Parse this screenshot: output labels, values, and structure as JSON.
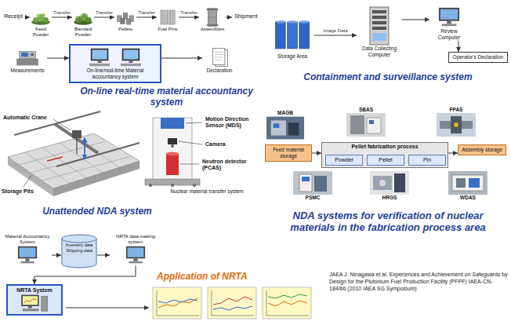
{
  "diagram": {
    "nodes": [
      {
        "text": [
          "Receipt"
        ]
      },
      {
        "text": [
          "Feed Powder"
        ]
      },
      {
        "text": [
          "Blended Powder"
        ]
      },
      {
        "text": [
          "Pellets"
        ]
      },
      {
        "text": [
          "Fuel Pins"
        ]
      },
      {
        "text": [
          "Assemblies"
        ]
      },
      {
        "text": [
          "Shipment"
        ]
      },
      {
        "text": [
          "Measurements"
        ]
      },
      {
        "text": [
          "On-line/real-time Material accountancy system"
        ]
      },
      {
        "text": [
          "Declaration"
        ]
      },
      {
        "text": [
          "Storage Area"
        ]
      },
      {
        "text": [
          "Data Collecting Computer"
        ]
      },
      {
        "text": [
          "Review Computer"
        ]
      },
      {
        "text": [
          "Operator's Declaration"
        ]
      },
      {
        "text": [
          "MAGB"
        ]
      },
      {
        "text": [
          "SBAS"
        ]
      },
      {
        "text": [
          "FPAS"
        ]
      },
      {
        "text": [
          "Feed material storage"
        ]
      },
      {
        "text": [
          "Pellet fabrication process"
        ]
      },
      {
        "text": [
          "Powder"
        ],
        "in": 18
      },
      {
        "text": [
          "Pellet"
        ],
        "in": 18
      },
      {
        "text": [
          "Pin"
        ],
        "in": 18
      },
      {
        "text": [
          "Assembly storage"
        ]
      },
      {
        "text": [
          "PSMC"
        ]
      },
      {
        "text": [
          "HRGS"
        ]
      },
      {
        "text": [
          "WDAS"
        ]
      },
      {
        "text": [
          "Material Accountancy System"
        ]
      },
      {
        "text": [
          "Inventory data",
          "Shipping data"
        ]
      },
      {
        "text": [
          "NRTA data making system"
        ]
      },
      {
        "text": [
          "NRTA System"
        ]
      }
    ],
    "edges": [
      {
        "from": 0,
        "to": 1,
        "arrow": "to"
      },
      {
        "from": 1,
        "to": 2,
        "label": "Transfer",
        "arrow": "to"
      },
      {
        "from": 2,
        "to": 3,
        "label": "Transfer",
        "arrow": "to"
      },
      {
        "from": 3,
        "to": 4,
        "label": "Transfer",
        "arrow": "to"
      },
      {
        "from": 4,
        "to": 5,
        "label": "Transfer",
        "arrow": "to"
      },
      {
        "from": 5,
        "to": 6,
        "arrow": "to"
      },
      {
        "from": 7,
        "to": 8,
        "arrow": "to"
      },
      {
        "from": 8,
        "to": 9,
        "arrow": "to"
      },
      {
        "from": 10,
        "to": 11,
        "label": "Image Data",
        "arrow": "to"
      },
      {
        "from": 11,
        "to": 12,
        "arrow": "to"
      },
      {
        "from": 12,
        "to": 13,
        "arrow": "to"
      },
      {
        "from": 17,
        "to": 18,
        "arrow": "to"
      },
      {
        "from": 18,
        "to": 22,
        "arrow": "to"
      },
      {
        "from": 26,
        "to": 27,
        "arrow": "to"
      },
      {
        "from": 27,
        "to": 28,
        "arrow": "to"
      },
      {
        "from": 28,
        "to": 29,
        "arrow": "to"
      }
    ],
    "labels": [
      "On-line real-time material accountancy system",
      "Containment and surveillance system",
      "Automatic Crane",
      "Motion Direction Sensor (MDS)",
      "Camera",
      "Neutron detector (PCAS)",
      "Storage Pits",
      "Unattended NDA system",
      "Nuclear material transfer system",
      "NDA systems for verification of nuclear materials in the fabrication process area",
      "Application of NRTA",
      "JAEA J. Ninagawa et al. Experiences and Achievement on Safeguards by Design for the Plutonium Fuel Production Facility (PFPF) IAEA-CN-184/66 (2010 IAEA SG Symposium)"
    ]
  }
}
